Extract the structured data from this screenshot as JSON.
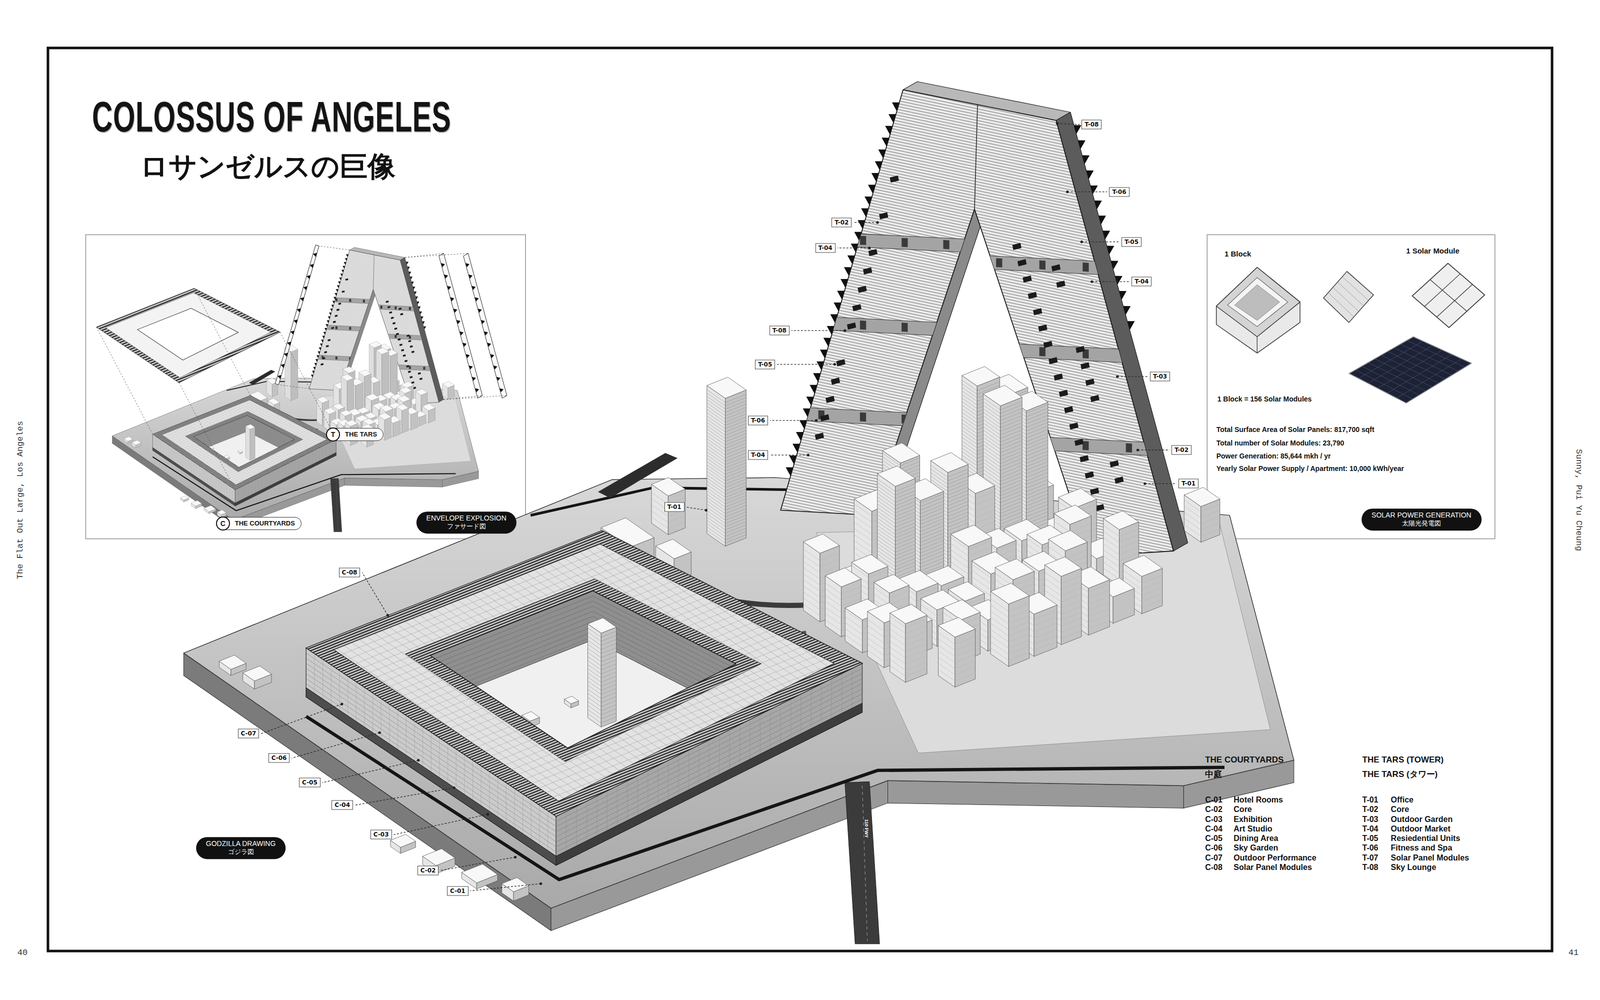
{
  "diagram": {
    "title": "COLOSSUS OF ANGELES",
    "nodes": [
      {
        "text": [
          "THE TARS"
        ]
      },
      {
        "text": [
          "T"
        ],
        "in": 0
      },
      {
        "text": [
          "THE COURTYARDS"
        ]
      },
      {
        "text": [
          "C"
        ],
        "in": 2
      },
      {
        "text": [
          "ENVELOPE EXPLOSION",
          "ファサード図"
        ]
      },
      {
        "text": [
          "SOLAR POWER GENERATION",
          "太陽光発電図"
        ]
      },
      {
        "text": [
          "GODZILLA DRAWING",
          "ゴジラ図"
        ]
      },
      {
        "text": [
          "T-08"
        ]
      },
      {
        "text": [
          "T-06"
        ]
      },
      {
        "text": [
          "T-02"
        ]
      },
      {
        "text": [
          "T-05"
        ]
      },
      {
        "text": [
          "T-04"
        ]
      },
      {
        "text": [
          "T-04"
        ]
      },
      {
        "text": [
          "T-08"
        ]
      },
      {
        "text": [
          "T-05"
        ]
      },
      {
        "text": [
          "T-03"
        ]
      },
      {
        "text": [
          "T-06"
        ]
      },
      {
        "text": [
          "T-02"
        ]
      },
      {
        "text": [
          "T-04"
        ]
      },
      {
        "text": [
          "T-01"
        ]
      },
      {
        "text": [
          "T-01"
        ]
      },
      {
        "text": [
          "C-08"
        ]
      },
      {
        "text": [
          "C-07"
        ]
      },
      {
        "text": [
          "C-06"
        ]
      },
      {
        "text": [
          "C-05"
        ]
      },
      {
        "text": [
          "C-04"
        ]
      },
      {
        "text": [
          "C-03"
        ]
      },
      {
        "text": [
          "C-02"
        ]
      },
      {
        "text": [
          "C-01"
        ]
      }
    ],
    "labels": [
      "ロサンゼルスの巨像",
      "The Flat Out Large, Los Angeles",
      "Sunny, Pui Yu Cheung",
      "40",
      "41",
      "1 Block",
      "1 Solar Module",
      "1 Block = 156 Solar Modules",
      "Total Surface Area of Solar Panels: 817,700 sqft",
      "Total number of Solar Modules: 23,790",
      "Power Generation: 85,644 mkh / yr",
      "Yearly Solar Power Supply / Apartment: 10,000 kWh/year",
      "110 FWY",
      "THE COURTYARDS",
      "中庭",
      "C-01",
      "Hotel Rooms",
      "C-02",
      "Core",
      "C-03",
      "Exhibition",
      "C-04",
      "Art Studio",
      "C-05",
      "Dining Area",
      "C-06",
      "Sky Garden",
      "C-07",
      "Outdoor Performance",
      "C-08",
      "Solar Panel Modules",
      "THE TARS (TOWER)",
      "THE TARS (タワー)",
      "T-01",
      "Office",
      "T-02",
      "Core",
      "T-03",
      "Outdoor Garden",
      "T-04",
      "Outdoor Market",
      "T-05",
      "Resiedential Units",
      "T-06",
      "Fitness and Spa",
      "T-07",
      "Solar Panel Modules",
      "T-08",
      "Sky Lounge"
    ]
  }
}
